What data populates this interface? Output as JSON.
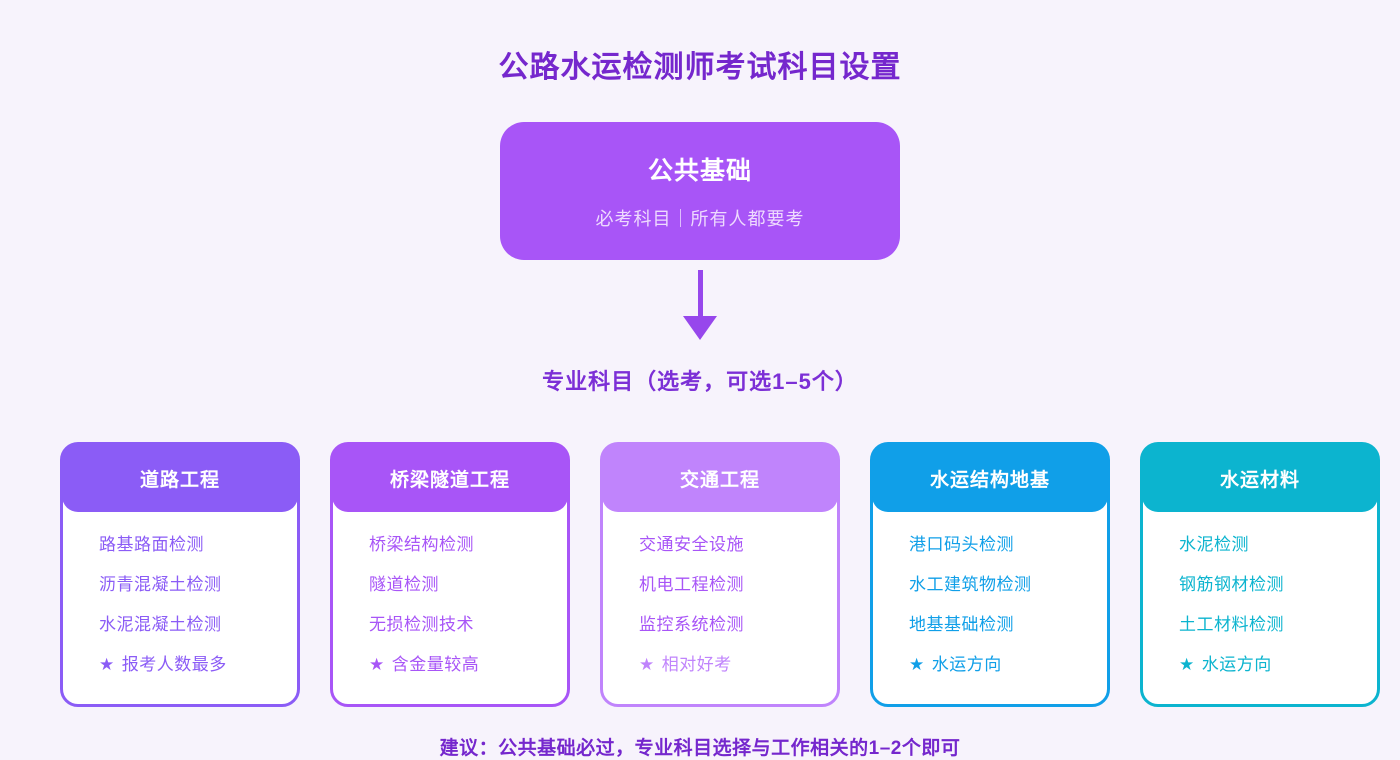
{
  "page": {
    "title": "公路水运检测师考试科目设置",
    "note": "建议：公共基础必过，专业科目选择与工作相关的1–2个即可"
  },
  "root_node": {
    "title": "公共基础",
    "subtitle": "必考科目｜所有人都要考"
  },
  "section_label": "专业科目（选考，可选1–5个）",
  "star_icon": "★",
  "cards": [
    {
      "title": "道路工程",
      "color": "#8b5cf6",
      "item_color": "#8b5cf6",
      "star_color": "#8b5cf6",
      "items": [
        "路基路面检测",
        "沥青混凝土检测",
        "水泥混凝土检测"
      ],
      "star": "报考人数最多"
    },
    {
      "title": "桥梁隧道工程",
      "color": "#a855f7",
      "item_color": "#a855f7",
      "star_color": "#a855f7",
      "items": [
        "桥梁结构检测",
        "隧道检测",
        "无损检测技术"
      ],
      "star": "含金量较高"
    },
    {
      "title": "交通工程",
      "color": "#c084fc",
      "item_color": "#a855f7",
      "star_color": "#c084fc",
      "items": [
        "交通安全设施",
        "机电工程检测",
        "监控系统检测"
      ],
      "star": "相对好考"
    },
    {
      "title": "水运结构地基",
      "color": "#109fe8",
      "item_color": "#109fe8",
      "star_color": "#109fe8",
      "items": [
        "港口码头检测",
        "水工建筑物检测",
        "地基基础检测"
      ],
      "star": "水运方向"
    },
    {
      "title": "水运材料",
      "color": "#0cb4cf",
      "item_color": "#0cb4cf",
      "star_color": "#0cb4cf",
      "items": [
        "水泥检测",
        "钢筋钢材检测",
        "土工材料检测"
      ],
      "star": "水运方向"
    }
  ],
  "colors": {
    "background": "#f7f3fc",
    "title": "#7527cd",
    "section_label": "#7c2fd6",
    "arrow": "#9747ec",
    "root_box": "#a855f7",
    "root_subtitle": "#eedafe",
    "note": "#7527cd"
  }
}
